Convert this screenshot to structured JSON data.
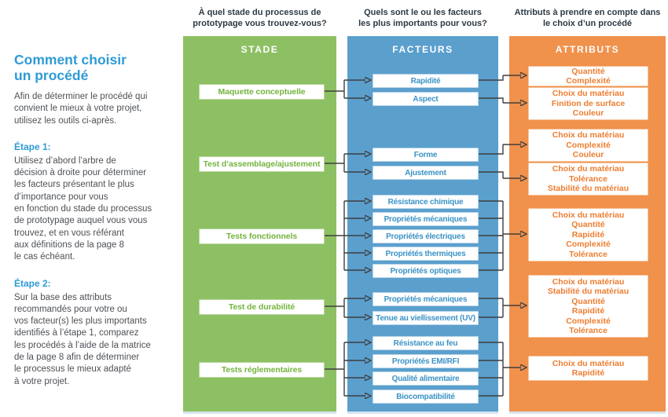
{
  "sidebar": {
    "title": "Comment choisir\nun procédé",
    "intro": "Afin de déterminer le procédé qui\nconvient le mieux à votre projet,\nutilisez les outils ci-après.",
    "step1_heading": "Étape 1:",
    "step1_text": "Utilisez d’abord l’arbre de\ndécision à droite pour déterminer\nles facteurs présentant le plus\nd’importance pour vous\nen fonction du stade du processus\nde prototypage auquel vous vous\ntrouvez, et en vous référant\naux définitions de la page 8\nle cas échéant.",
    "step2_heading": "Étape 2:",
    "step2_text": "Sur la base des attributs\nrecommandés pour votre ou\nvos facteur(s) les plus importants\nidentifiés à l’étape 1, comparez\nles procédés à l’aide de la matrice\nde la page 8 afin de déterminer\nle processus le mieux adapté\nà votre projet."
  },
  "questions": {
    "stage": "À quel stade du processus de\nprototypage vous trouvez-vous?",
    "factors": "Quels sont le ou les facteurs\nles plus importants pour vous?",
    "attributes": "Attributs à prendre en compte dans\nle choix d’un procédé"
  },
  "columns": {
    "stage_title": "STADE",
    "factors_title": "FACTEURS",
    "attributes_title": "ATTRIBUTS"
  },
  "stages": [
    "Maquette conceptuelle",
    "Test d’assemblage/ajustement",
    "Tests fonctionnels",
    "Test de durabilité",
    "Tests réglementaires"
  ],
  "factors": [
    "Rapidité",
    "Aspect",
    "Forme",
    "Ajustement",
    "Résistance chimique",
    "Propriétés mécaniques",
    "Propriétés électriques",
    "Propriétés thermiques",
    "Propriétés optiques",
    "Propriétés mécaniques",
    "Tenue au viellissement (UV)",
    "Résistance au feu",
    "Propriétés EMI/RFI",
    "Qualité alimentaire",
    "Biocompatibilité"
  ],
  "attributes": [
    "Quantité\nComplexité",
    "Choix du matériau\nFinition de surface\nCouleur",
    "Choix du matériau\nComplexité\nCouleur",
    "Choix du matériau\nTolérance\nStabilité du matériau",
    "Choix du matériau\nQuantité\nRapidité\nComplexité\nTolérance",
    "Choix du matériau\nStabilité du matériau\nQuantité\nRapidité\nComplexité\nTolérance",
    "Choix du matériau\nRapidité"
  ],
  "colors": {
    "stage_green": "#8dc063",
    "factors_blue": "#5b9fcd",
    "attributes_orange": "#f0914c",
    "accent_blue": "#2e9bd6",
    "arrow_gray": "#3f3f3f"
  }
}
